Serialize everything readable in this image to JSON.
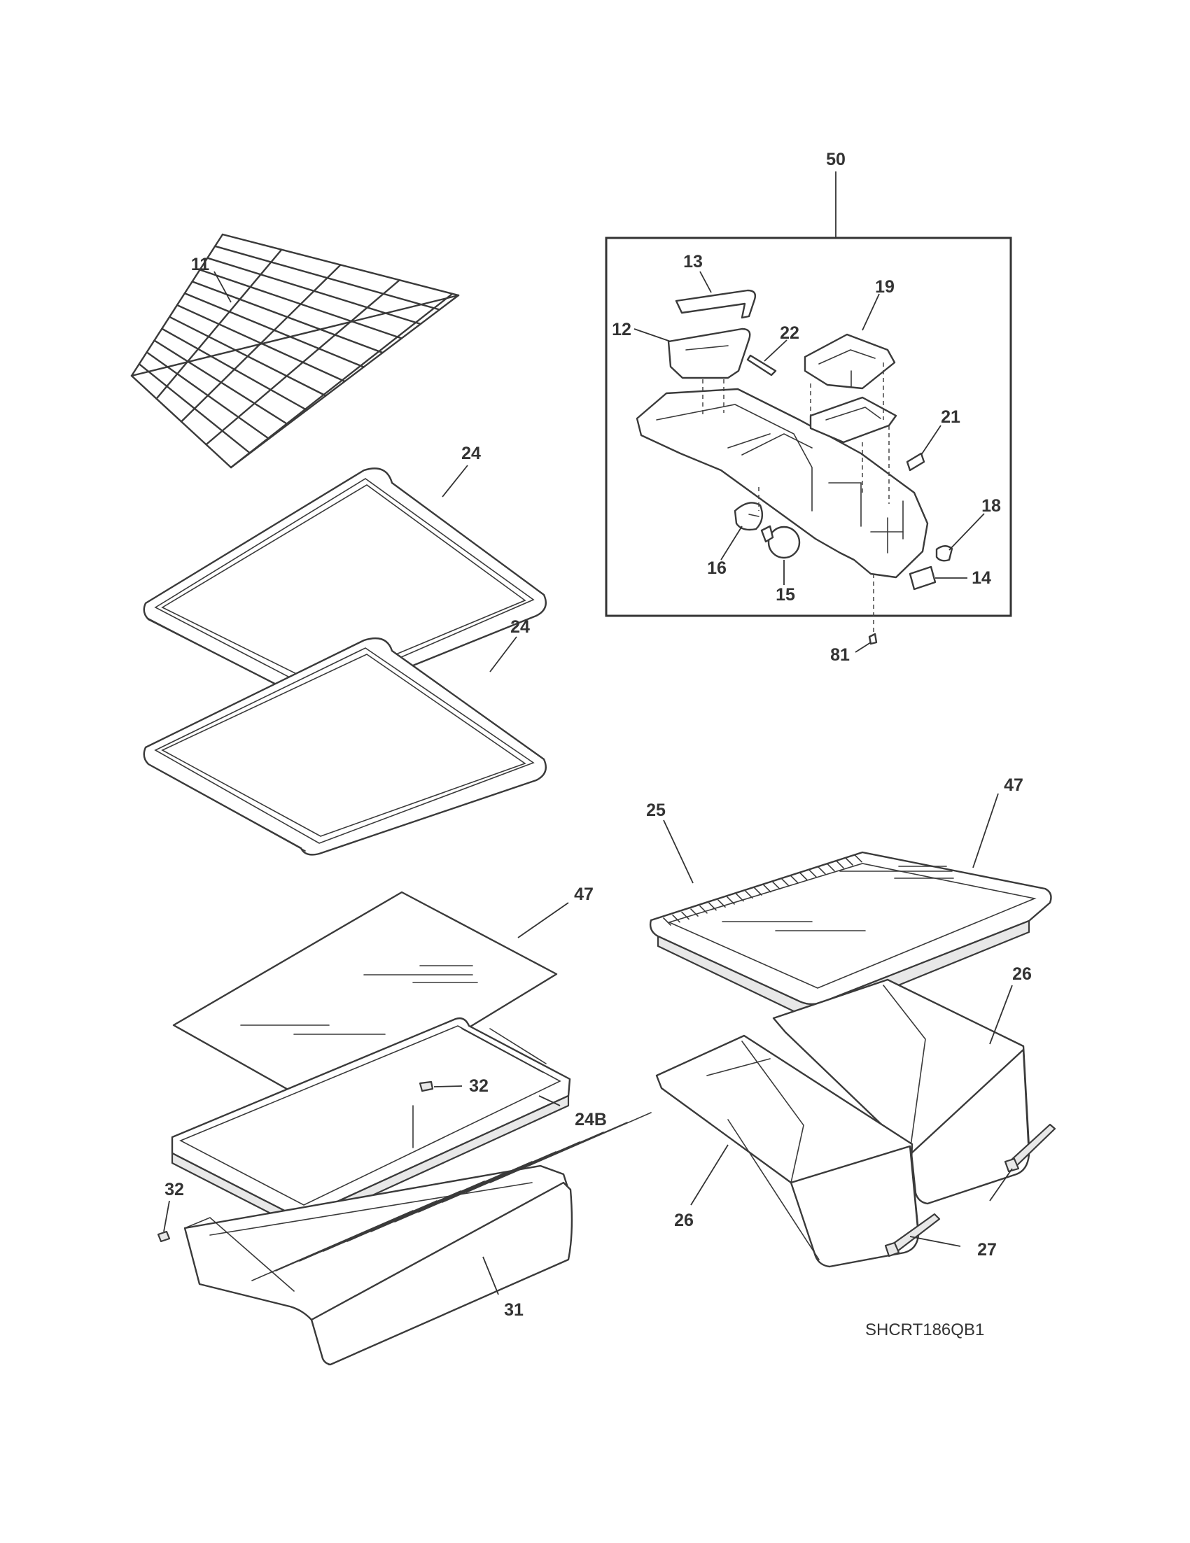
{
  "drawing_id": "SHCRT186QB1",
  "callouts": {
    "c50": "50",
    "c13": "13",
    "c19": "19",
    "c12": "12",
    "c22": "22",
    "c21": "21",
    "c18": "18",
    "c16": "16",
    "c15": "15",
    "c14": "14",
    "c81": "81",
    "c11": "11",
    "c24a": "24",
    "c24b": "24",
    "c47a": "47",
    "c47b": "47",
    "c25": "25",
    "c26a": "26",
    "c26b": "26",
    "c32a": "32",
    "c32b": "32",
    "c24B": "24B",
    "c31": "31",
    "c27": "27"
  },
  "colors": {
    "line": "#3a3a3a",
    "text": "#333333",
    "background": "#ffffff"
  }
}
